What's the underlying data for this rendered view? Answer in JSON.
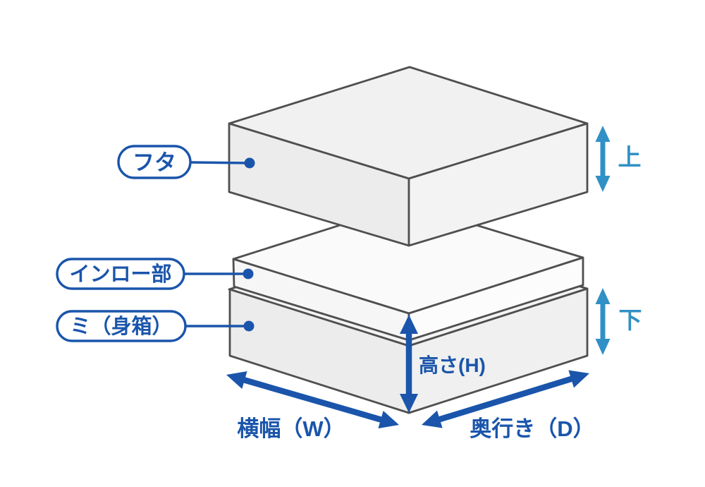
{
  "diagram": {
    "labels": {
      "lid": "フタ",
      "inro": "インロー部",
      "body": "ミ（身箱）",
      "upper": "上",
      "lower": "下",
      "height": "高さ(H)",
      "width": "横幅（W）",
      "depth": "奥行き（D）"
    },
    "colors": {
      "primary_blue": "#1a55ab",
      "secondary_blue": "#3190c5",
      "outline_gray": "#4f4f4f",
      "bg": "#ffffff"
    }
  }
}
